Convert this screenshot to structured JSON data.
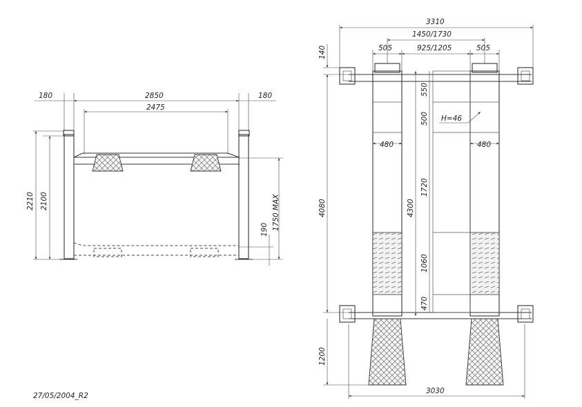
{
  "front_view": {
    "dims": {
      "left_post": "180",
      "right_post": "180",
      "outer_width": "2850",
      "inner_width": "2475",
      "total_height": "2210",
      "post_height": "2100",
      "max_lift": "1750 MAX",
      "min_height": "190"
    }
  },
  "top_view": {
    "dims": {
      "overall_width": "3310",
      "track_outer": "1450/1730",
      "track_inner": "925/1205",
      "runway_left": "505",
      "runway_right": "505",
      "top_offset": "140",
      "length": "4080",
      "runway_length": "4300",
      "seg_550": "550",
      "seg_500": "500",
      "seg_1720": "1720",
      "seg_1060": "1060",
      "seg_470": "470",
      "plate_left": "480",
      "plate_right": "480",
      "plate_height": "H=46",
      "ramp_length": "1200",
      "base_width": "3030"
    }
  },
  "footer": {
    "date_code": "27/05/2004_R2"
  }
}
